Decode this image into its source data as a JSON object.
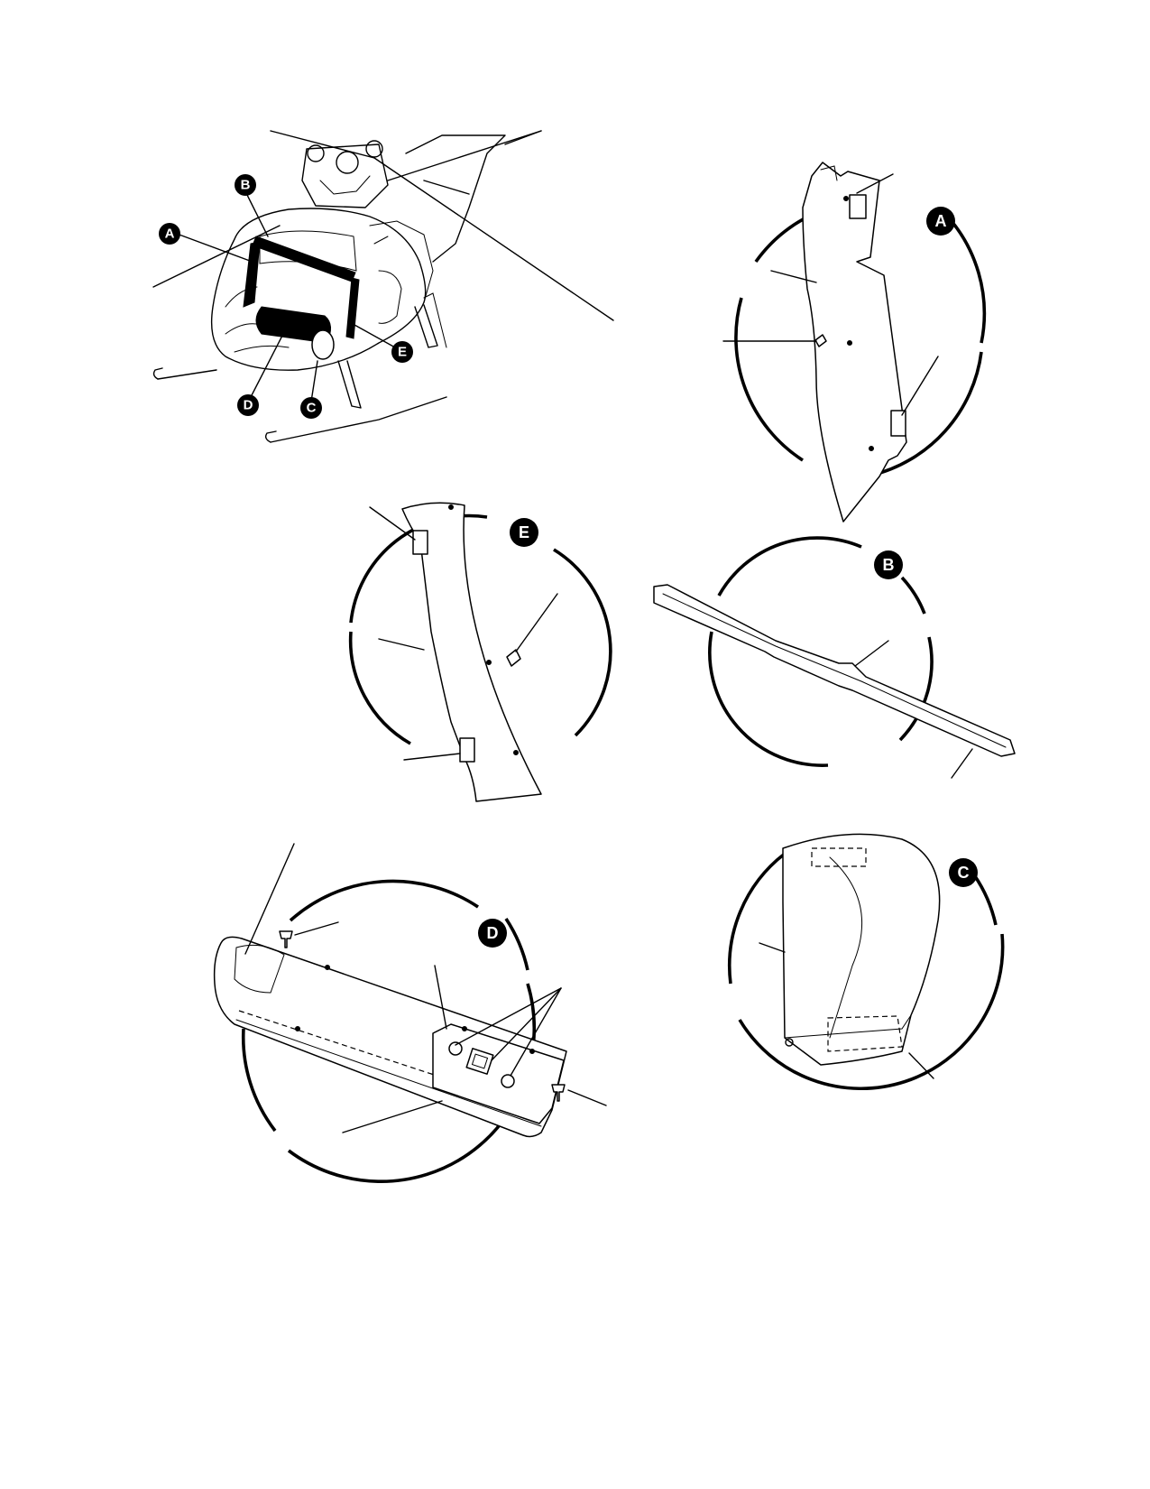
{
  "callouts": {
    "A": "A",
    "B": "B",
    "C": "C",
    "D": "D",
    "E": "E"
  },
  "colors": {
    "ink": "#000000",
    "paper": "#ffffff"
  }
}
